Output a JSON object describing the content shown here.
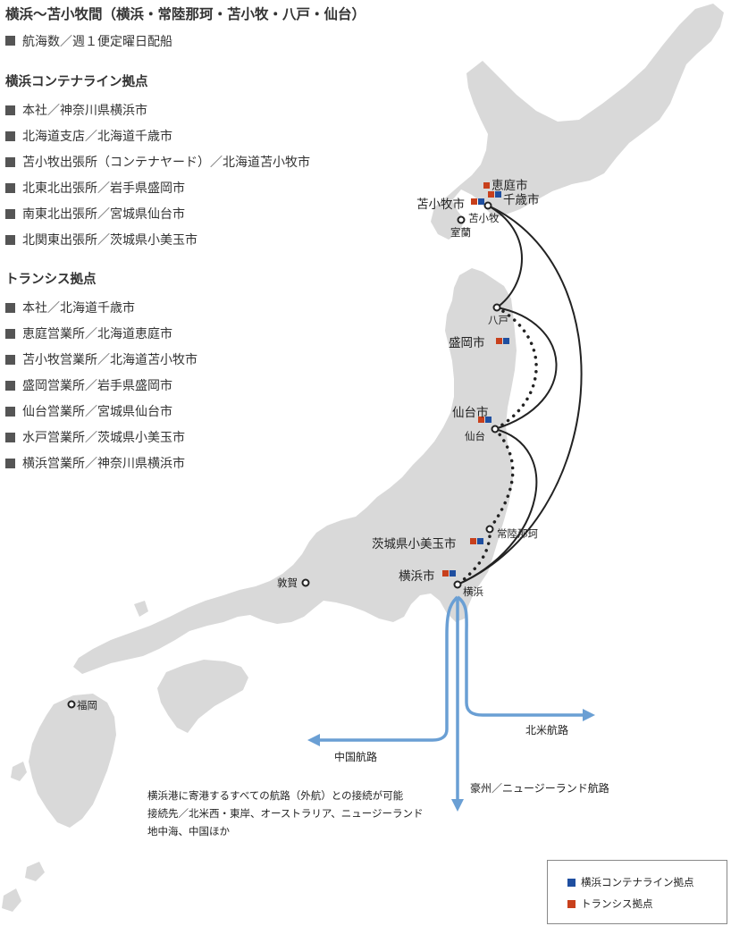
{
  "title": "横浜〜苫小牧間（横浜・常陸那珂・苫小牧・八戸・仙台）",
  "frequency": "航海数／週１便定曜日配船",
  "yokohama_container": {
    "heading": "横浜コンテナライン拠点",
    "items": [
      "本社／神奈川県横浜市",
      "北海道支店／北海道千歳市",
      "苫小牧出張所（コンテナヤード）／北海道苫小牧市",
      "北東北出張所／岩手県盛岡市",
      "南東北出張所／宮城県仙台市",
      "北関東出張所／茨城県小美玉市"
    ]
  },
  "transsys": {
    "heading": "トランシス拠点",
    "items": [
      "本社／北海道千歳市",
      "恵庭営業所／北海道恵庭市",
      "苫小牧営業所／北海道苫小牧市",
      "盛岡営業所／岩手県盛岡市",
      "仙台営業所／宮城県仙台市",
      "水戸営業所／茨城県小美玉市",
      "横浜営業所／神奈川県横浜市"
    ]
  },
  "map": {
    "offices": {
      "eniwa": "恵庭市",
      "chitose": "千歳市",
      "tomakomai_city": "苫小牧市",
      "morioka": "盛岡市",
      "sendai_city": "仙台市",
      "omitama": "茨城県小美玉市",
      "yokohama_city": "横浜市"
    },
    "ports": {
      "tomakomai": "苫小牧",
      "muroran": "室蘭",
      "hachinohe": "八戸",
      "sendai": "仙台",
      "hitachinaka": "常陸那珂",
      "yokohama": "横浜",
      "tsuruga": "敦賀",
      "fukuoka": "福岡"
    },
    "routes": {
      "north_america": "北米航路",
      "china": "中国航路",
      "australia_nz": "豪州／ニュージーランド航路"
    },
    "note": [
      "横浜港に寄港するすべての航路（外航）との接続が可能",
      "接続先／北米西・東岸、オーストラリア、ニュージーランド",
      "地中海、中国ほか"
    ]
  },
  "legend": {
    "yokohama_container": "横浜コンテナライン拠点",
    "transsys": "トランシス拠点"
  },
  "colors": {
    "land": "#d9d9d9",
    "route_line": "#222222",
    "sea_route": "#6a9fd4",
    "yokohama_container": "#1f4fa0",
    "transsys": "#c8401c",
    "bullet": "#555555"
  }
}
